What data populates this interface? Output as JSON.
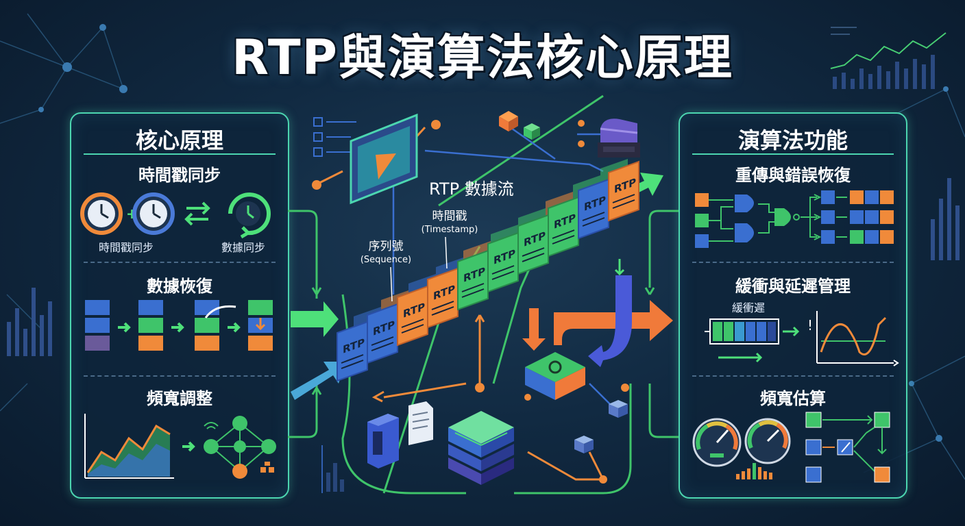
{
  "title": "RTP與演算法核心原理",
  "left_panel": {
    "title": "核心原理",
    "sections": [
      {
        "title": "時間戳同步",
        "captions": [
          "時間戳同步",
          "數據同步"
        ]
      },
      {
        "title": "數據恢復"
      },
      {
        "title": "頻寬調整"
      }
    ]
  },
  "right_panel": {
    "title": "演算法功能",
    "sections": [
      {
        "title": "重傳與錯誤恢復"
      },
      {
        "title": "緩衝與延遲管理",
        "caption": "緩衝遲"
      },
      {
        "title": "頻寬估算"
      }
    ]
  },
  "center": {
    "flow_label": "RTP 數據流",
    "timestamp_label": "時間戳",
    "timestamp_sub": "(Timestamp)",
    "sequence_label": "序列號",
    "sequence_sub": "(Sequence)",
    "packet_label": "RTP"
  },
  "colors": {
    "background": "#112a42",
    "panel_border": "#4cd6b0",
    "orange": "#f08a3a",
    "green": "#3fc46a",
    "blue": "#3a6fd0",
    "arrow_green": "#4ee07a",
    "arrow_orange": "#f07a3a",
    "arrow_blue": "#4a7ad8"
  }
}
